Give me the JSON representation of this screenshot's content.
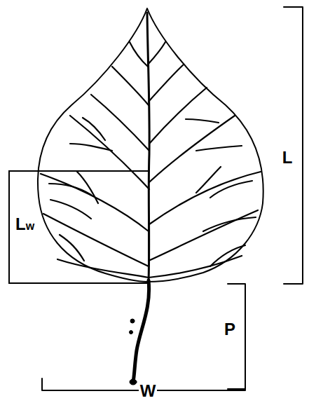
{
  "diagram": {
    "nodes": [
      {
        "text": [
          "Lw"
        ]
      }
    ],
    "labels": [
      "L",
      "P",
      "W"
    ]
  }
}
